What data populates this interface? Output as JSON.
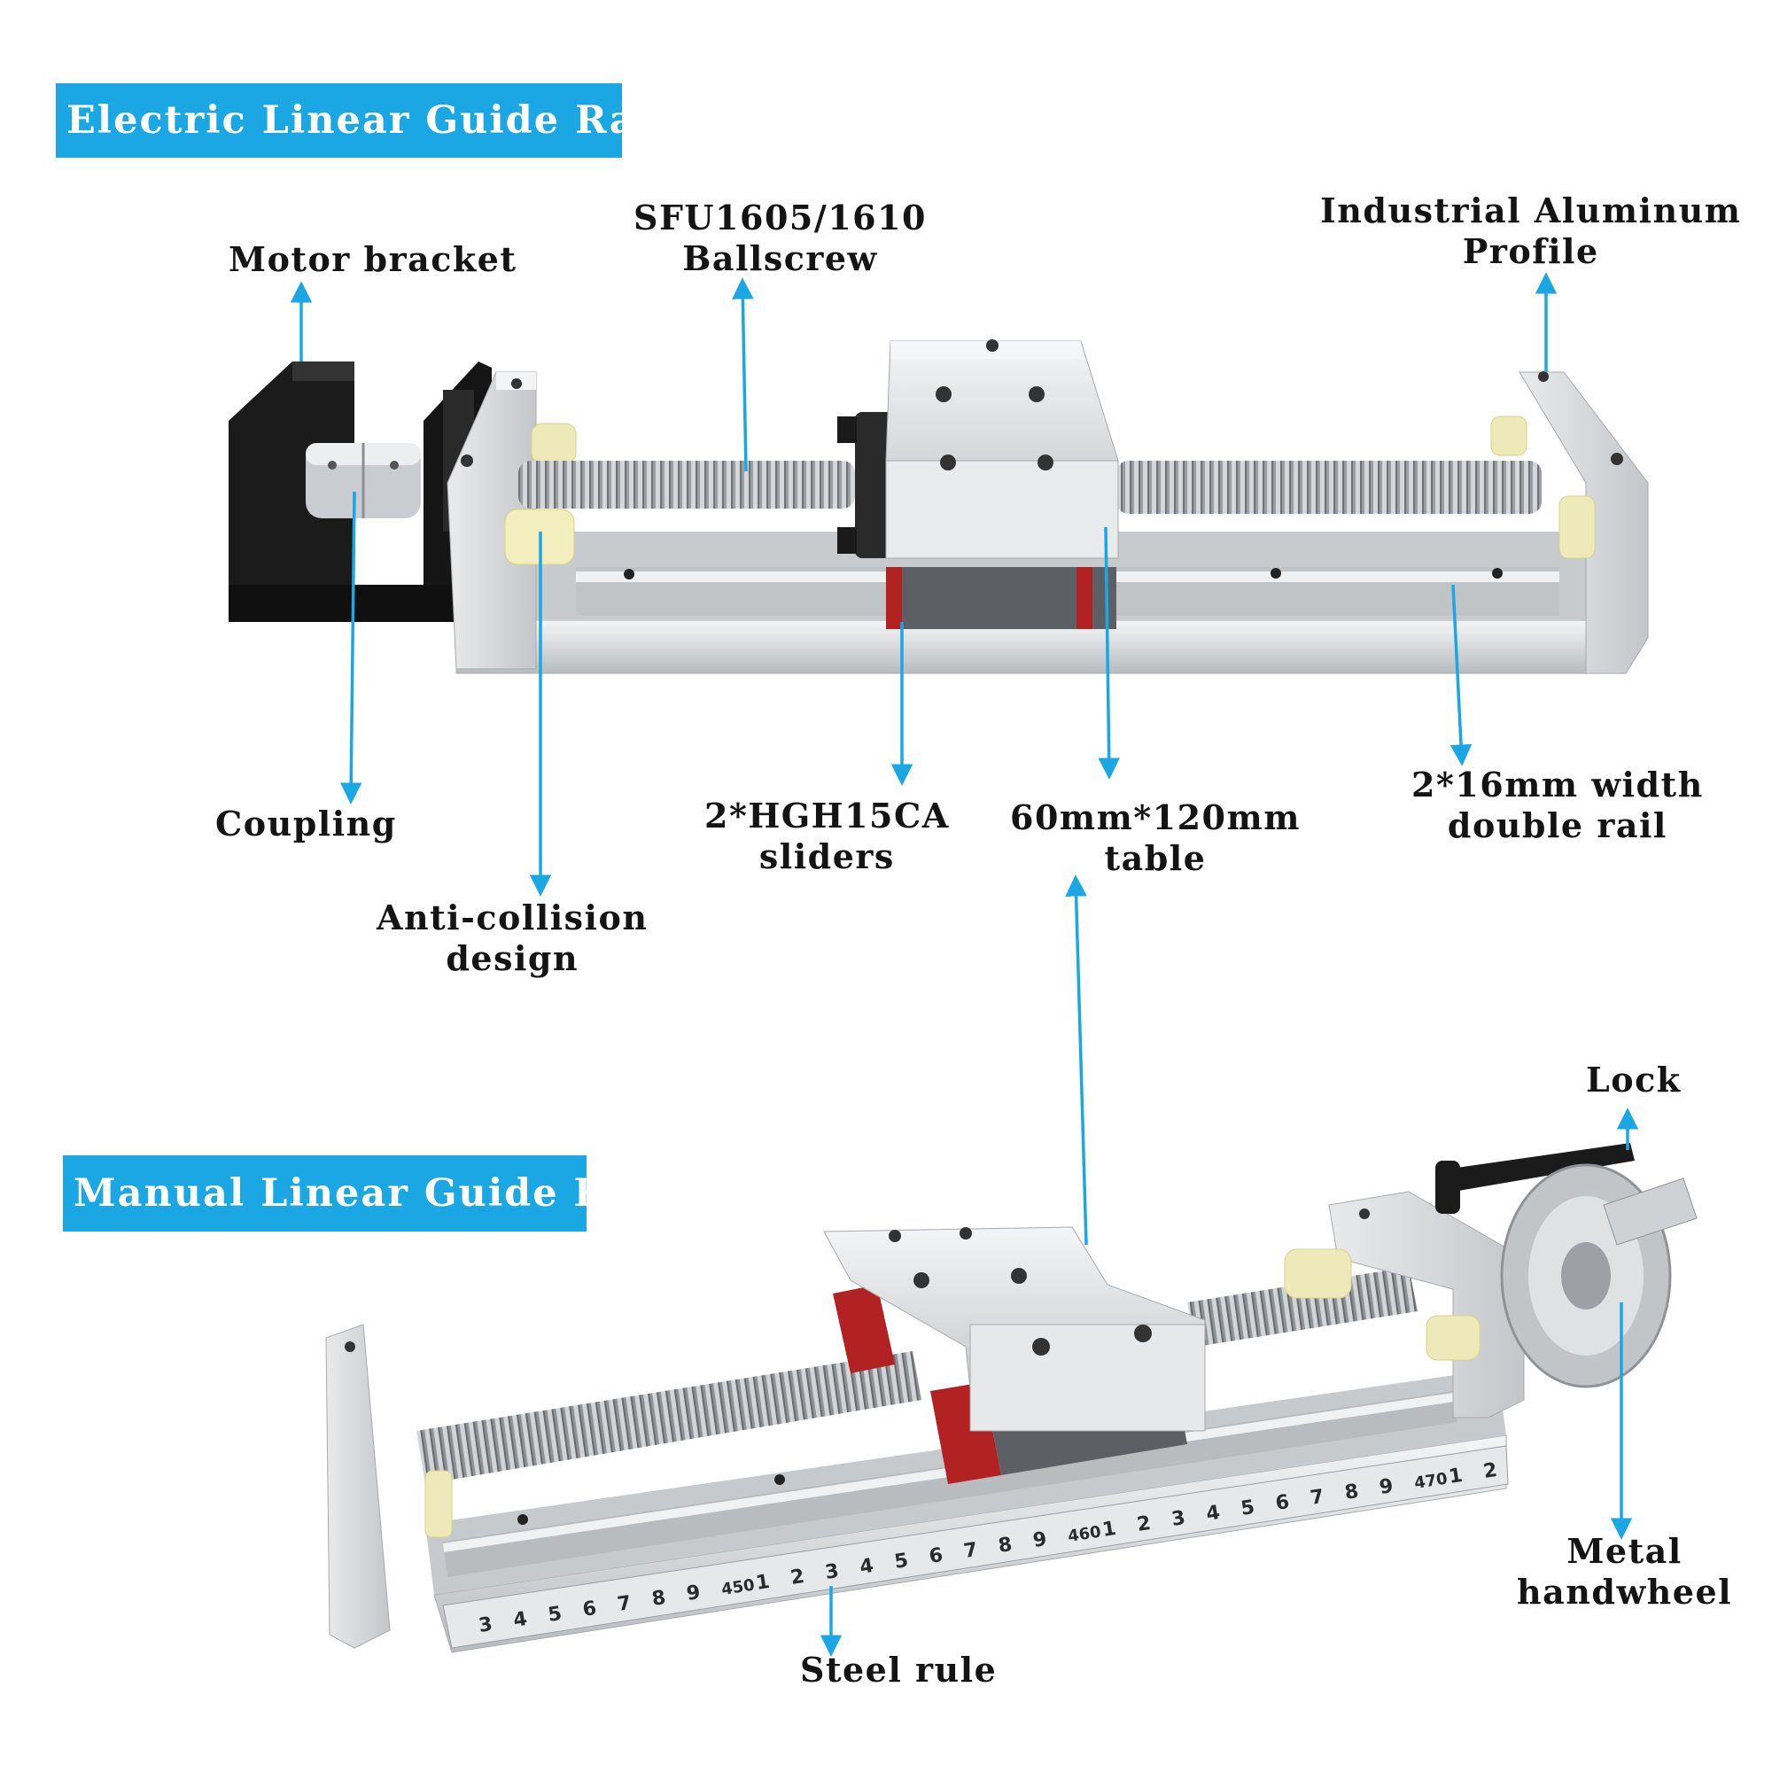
{
  "sections": {
    "electric_title": "Electric Linear Guide Rail",
    "manual_title": "Manual Linear Guide Rail"
  },
  "labels": {
    "motor_bracket": [
      "Motor bracket"
    ],
    "ballscrew": [
      "SFU1605/1610",
      "Ballscrew"
    ],
    "aluminum_profile": [
      "Industrial Aluminum",
      "Profile"
    ],
    "coupling": [
      "Coupling"
    ],
    "anti_collision": [
      "Anti-collision",
      "design"
    ],
    "sliders": [
      "2*HGH15CA",
      "sliders"
    ],
    "table": [
      "60mm*120mm",
      "table"
    ],
    "double_rail": [
      "2*16mm width",
      "double rail"
    ],
    "lock": [
      "Lock"
    ],
    "handwheel": [
      "Metal",
      "handwheel"
    ],
    "steel_rule": [
      "Steel rule"
    ]
  },
  "ruler": {
    "marks_lower": [
      "3",
      "4",
      "5",
      "6",
      "7",
      "8",
      "9",
      "450",
      "1",
      "2",
      "3",
      "4",
      "5",
      "6",
      "7",
      "8",
      "9",
      "460",
      "1",
      "2",
      "3",
      "4",
      "5",
      "6",
      "7",
      "8",
      "9",
      "470",
      "1",
      "2"
    ]
  },
  "colors": {
    "banner": "#1aa7e3",
    "callout": "#1aa7e3",
    "label_text": "#141414",
    "aluminum": "#d9dbdd",
    "motor_bracket": "#1b1b1b",
    "slider_accent": "#b22222"
  }
}
